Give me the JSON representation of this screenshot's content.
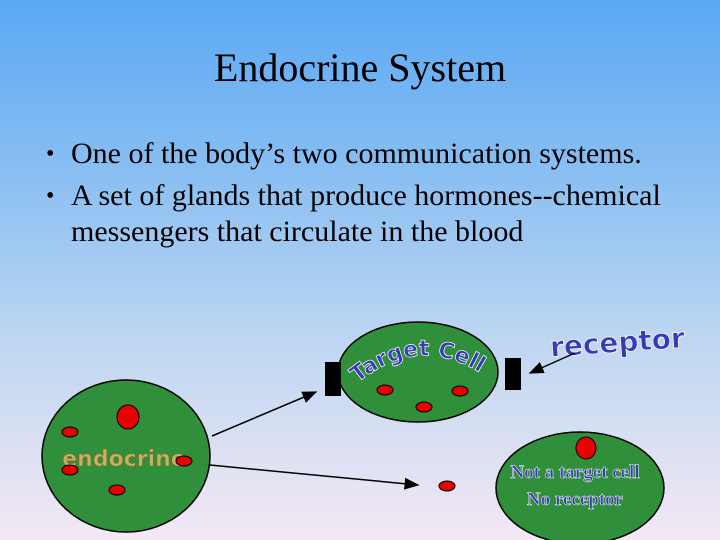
{
  "slide": {
    "title": "Endocrine System",
    "bullets": [
      "One of the body’s two communication systems.",
      "A set of glands that produce hormones--chemical messengers that circulate in the blood"
    ]
  },
  "diagram": {
    "target_cell_label": "Target Cell",
    "receptor_label": "receptor",
    "gland_label": "endocrine",
    "non_target_line1": "Not a target cell",
    "non_target_line2": "No receptor",
    "colors": {
      "cell_fill": "#2f8f3a",
      "hormone": "#e80000",
      "receptor": "#000000",
      "wordart_blue": "#3a3ab8",
      "wordart_gold": "#c8b060"
    }
  }
}
